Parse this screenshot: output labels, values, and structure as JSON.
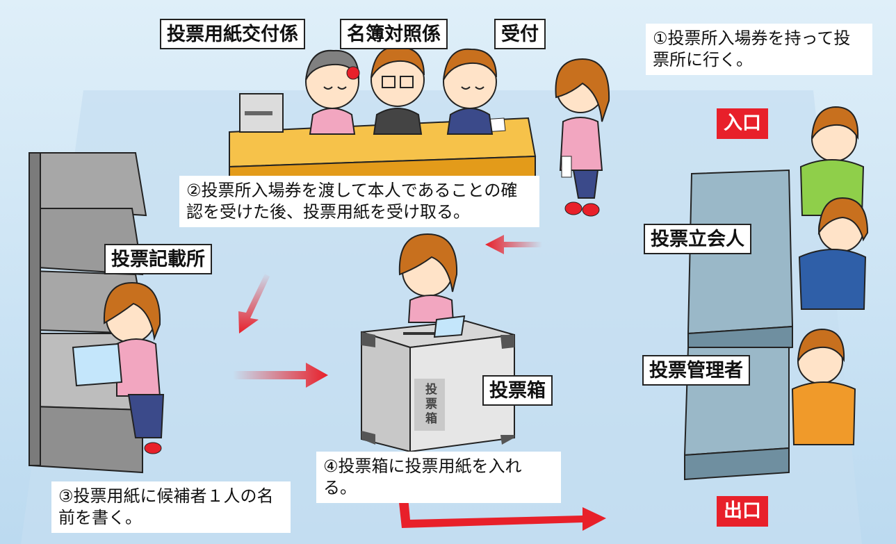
{
  "labels": {
    "issuer": "投票用紙交付係",
    "register": "名簿対照係",
    "reception": "受付",
    "writing_booth": "投票記載所",
    "witness": "投票立会人",
    "manager": "投票管理者",
    "ballot_box": "投票箱",
    "entrance": "入口",
    "exit": "出口",
    "box_marking": "投票箱"
  },
  "steps": {
    "step1": "①投票所入場券を持って投票所に行く。",
    "step2": "②投票所入場券を渡して本人であることの確認を受けた後、投票用紙を受け取る。",
    "step3": "③投票用紙に候補者１人の名前を書く。",
    "step4": "④投票箱に投票用紙を入れる。"
  },
  "colors": {
    "arrow": "#e8202a",
    "label_red_bg": "#e8202a",
    "desk": "#f0b020",
    "partition": "#9ab8c8",
    "booth": "#9a9a9a"
  }
}
